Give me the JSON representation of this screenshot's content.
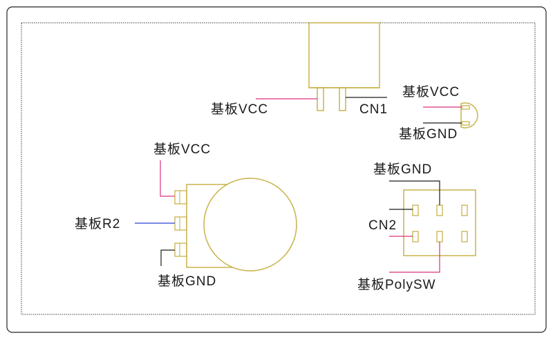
{
  "colors": {
    "outline": "#c8b24a",
    "vcc_wire": "#d9307a",
    "gnd_wire": "#1a1a1a",
    "r2_wire": "#2b3fd6",
    "frame": "#222222",
    "background": "#ffffff"
  },
  "labels": {
    "cn1_vcc": "基板VCC",
    "cn1_name": "CN1",
    "led_vcc": "基板VCC",
    "led_gnd": "基板GND",
    "pot_vcc": "基板VCC",
    "pot_r2": "基板R2",
    "pot_gnd": "基板GND",
    "cn2_gnd": "基板GND",
    "cn2_name": "CN2",
    "cn2_polysw": "基板PolySW"
  }
}
